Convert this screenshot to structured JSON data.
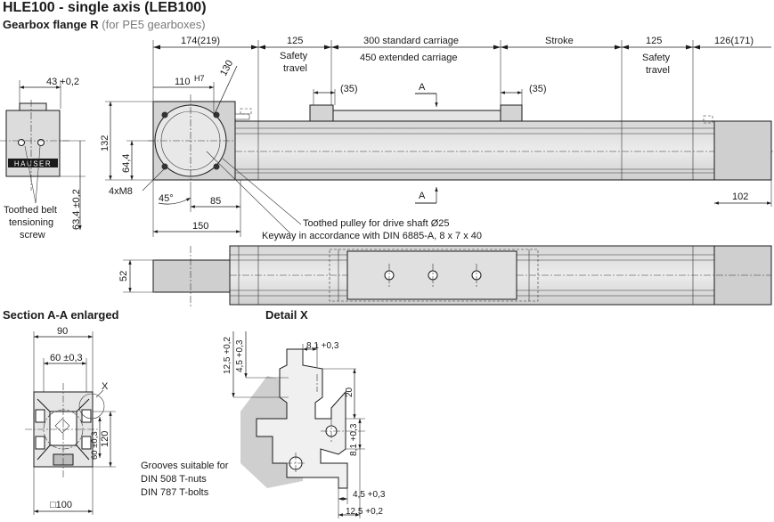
{
  "header": {
    "title": "HLE100 - single axis (LEB100)",
    "subtitle_main": "Gearbox flange R",
    "subtitle_note": "(for PE5 gearboxes)"
  },
  "side_view": {
    "dim_top": "43 +0,2",
    "dim_height": "63,4 ±0,2",
    "brand": "HAUSER",
    "callout": [
      "Toothed belt",
      "tensioning",
      "screw"
    ]
  },
  "main_view": {
    "top_dims": [
      "174(219)",
      "125",
      "300 standard carriage",
      "Stroke",
      "125",
      "126(171)"
    ],
    "top_dims_line2": [
      "450 extended carriage"
    ],
    "safety_travel_left": [
      "Safety",
      "travel"
    ],
    "safety_travel_right": [
      "Safety",
      "travel"
    ],
    "dim_35_left": "(35)",
    "dim_35_right": "(35)",
    "section_marker": "A",
    "flange": {
      "dim_110": "110",
      "fit": "H7",
      "dim_130": "130",
      "dim_132": "132",
      "dim_644": "64,4",
      "screws": "4xM8",
      "angle": "45°",
      "dim_85": "85",
      "dim_150": "150"
    },
    "dim_102": "102",
    "pulley_note": "Toothed pulley for drive shaft Ø25",
    "keyway_note": "Keyway in accordance with DIN 6885-A, 8 x 7 x 40"
  },
  "bottom_view": {
    "dim_52": "52"
  },
  "section_aa": {
    "heading": "Section A-A enlarged",
    "dim_90": "90",
    "dim_60_top": "60 ±0,3",
    "dim_60_side": "60 ±0,3",
    "dim_120": "120",
    "dim_100": "□100",
    "detail_marker": "X"
  },
  "grooves_note": [
    "Grooves suitable for",
    "DIN 508 T-nuts",
    "DIN 787 T-bolts"
  ],
  "detail_x": {
    "heading": "Detail X",
    "dim_125_left": "12,5 +0,2",
    "dim_45_left": "4,5 +0,3",
    "dim_81_top": "8,1 +0,3",
    "dim_20": "20",
    "dim_81_right": "8,1 +0,3",
    "dim_45_bottom": "4,5 +0,3",
    "dim_125_bottom": "12,5 +0,2"
  }
}
